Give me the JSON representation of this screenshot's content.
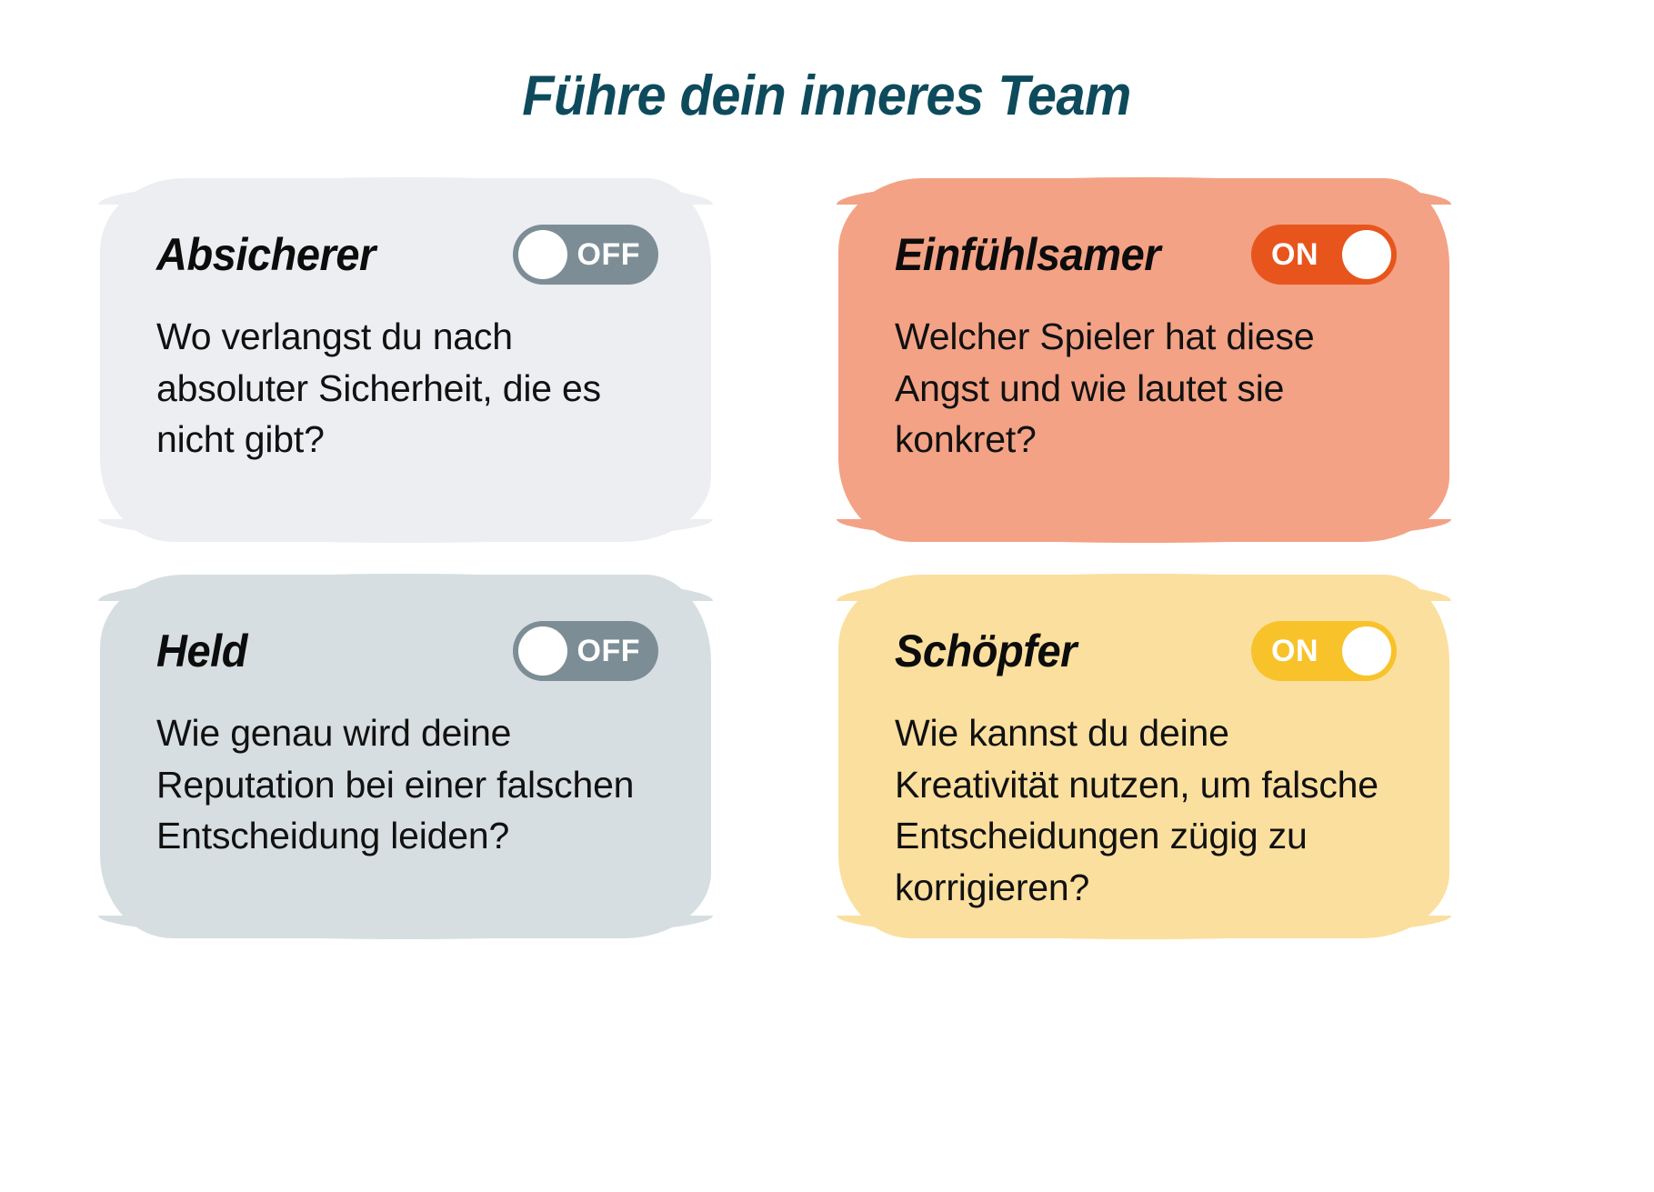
{
  "header": {
    "title": "Führe dein inneres Team",
    "title_color": "#0d4a5c"
  },
  "colors": {
    "page_background": "#ffffff",
    "toggle_off": "#7d8d96",
    "toggle_on_orange": "#e7551d",
    "toggle_on_yellow": "#f8c22b",
    "toggle_knob": "#ffffff",
    "body_text": "#111111",
    "card_title_text": "#0c0c0c"
  },
  "cards": [
    {
      "id": "absicherer",
      "title": "Absicherer",
      "question": "Wo verlangst du nach absoluter Sicherheit, die es nicht gibt?",
      "background": "#edeef2",
      "toggle": {
        "state": "OFF",
        "label": "OFF",
        "color": "#7d8d96",
        "knob_side": "left"
      }
    },
    {
      "id": "einfuehlsamer",
      "title": "Einfühlsamer",
      "question": "Welcher Spieler hat diese Angst und wie lautet sie konkret?",
      "background": "#f3a285",
      "toggle": {
        "state": "ON",
        "label": "ON",
        "color": "#e7551d",
        "knob_side": "right"
      }
    },
    {
      "id": "held",
      "title": "Held",
      "question": "Wie genau wird deine Reputation bei einer falschen Entscheidung leiden?",
      "background": "#d6dee1",
      "toggle": {
        "state": "OFF",
        "label": "OFF",
        "color": "#7d8d96",
        "knob_side": "left"
      }
    },
    {
      "id": "schoepfer",
      "title": "Schöpfer",
      "question": "Wie kannst du deine Kreativität nutzen, um falsche Entscheidungen zügig zu korrigieren?",
      "background": "#fbdf9e",
      "toggle": {
        "state": "ON",
        "label": "ON",
        "color": "#f8c22b",
        "knob_side": "right"
      }
    }
  ]
}
